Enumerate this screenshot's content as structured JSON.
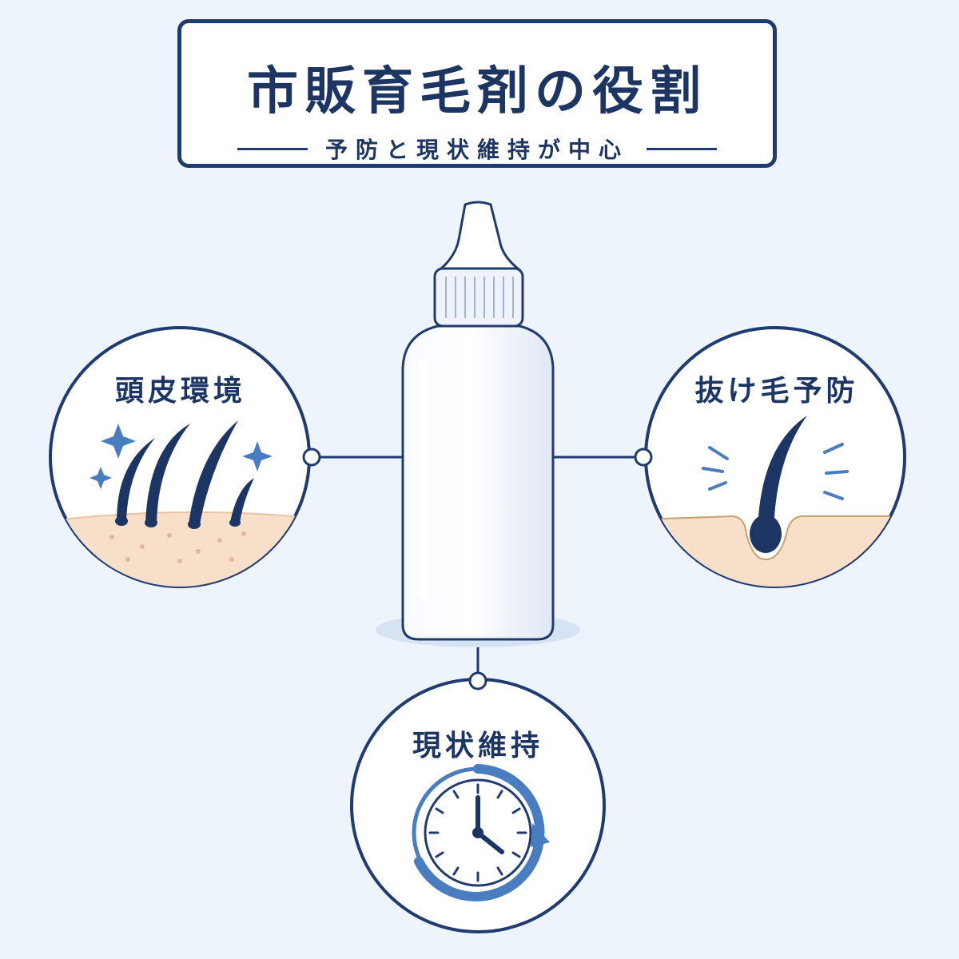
{
  "title": {
    "main": "市販育毛剤の役割",
    "subtitle": "予防と現状維持が中心"
  },
  "nodes": {
    "scalp": {
      "label": "頭皮環境",
      "icon": "hair-follicles-sparkle-icon"
    },
    "hairloss": {
      "label": "抜け毛予防",
      "icon": "single-hair-root-icon"
    },
    "maintain": {
      "label": "現状維持",
      "icon": "clock-arrow-icon"
    }
  },
  "center": {
    "icon": "dropper-bottle-icon"
  },
  "colors": {
    "background": "#eef4fb",
    "navy": "#1f3b70",
    "accent_blue": "#4a7cc0",
    "skin": "#f8dfc9",
    "bottle": "#ffffff"
  }
}
